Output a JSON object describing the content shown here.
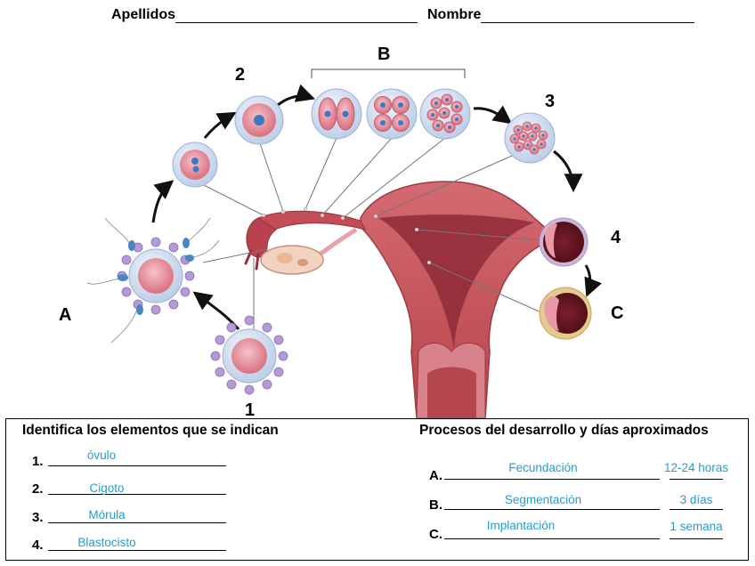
{
  "header": {
    "apellidos_label": "Apellidos",
    "nombre_label": "Nombre"
  },
  "diagram": {
    "labels": {
      "A": "A",
      "B": "B",
      "C": "C",
      "n1": "1",
      "n2": "2",
      "n3": "3",
      "n4": "4"
    }
  },
  "left_section": {
    "title": "Identifica los elementos que se indican",
    "items": [
      {
        "num": "1.",
        "answer": "óvulo"
      },
      {
        "num": "2.",
        "answer": "Cigoto"
      },
      {
        "num": "3.",
        "answer": "Mórula"
      },
      {
        "num": "4.",
        "answer": "Blastocisto"
      }
    ]
  },
  "right_section": {
    "title": "Procesos del desarrollo y días aproximados",
    "items": [
      {
        "letter": "A.",
        "process": "Fecundación",
        "days": "12-24 horas"
      },
      {
        "letter": "B.",
        "process": "Segmentación",
        "days": "3 días"
      },
      {
        "letter": "C.",
        "process": "Implantación",
        "days": "1 semana"
      }
    ]
  },
  "colors": {
    "answer": "#1e9fd0",
    "uterus": "#c5545c",
    "cell": "#e89aa6",
    "zona": "#c9d9ee"
  }
}
